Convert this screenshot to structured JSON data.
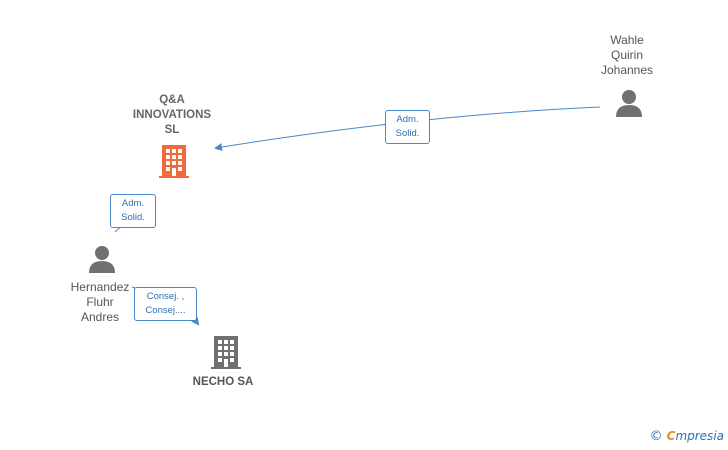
{
  "nodes": {
    "qa": {
      "label": "Q&A\nINNOVATIONS\nSL",
      "type": "company",
      "accent": "#f26a3c"
    },
    "wahle": {
      "label": "Wahle\nQuirin\nJohannes",
      "type": "person"
    },
    "hernandez": {
      "label": "Hernandez\nFluhr\nAndres",
      "type": "person"
    },
    "necho": {
      "label": "NECHO SA",
      "type": "company"
    }
  },
  "edges": [
    {
      "from": "wahle",
      "to": "qa",
      "label": "Adm.\nSolid."
    },
    {
      "from": "hernandez",
      "to": "qa",
      "label": "Adm.\nSolid."
    },
    {
      "from": "hernandez",
      "to": "necho",
      "label": "Consej. ,\nConsej...."
    }
  ],
  "colors": {
    "edge": "#4a88c7",
    "person_icon": "#707070",
    "company_icon": "#707070",
    "company_accent": "#f26a3c"
  },
  "brand": {
    "copyright": "©",
    "name_first": "C",
    "name_rest": "mpresia"
  }
}
